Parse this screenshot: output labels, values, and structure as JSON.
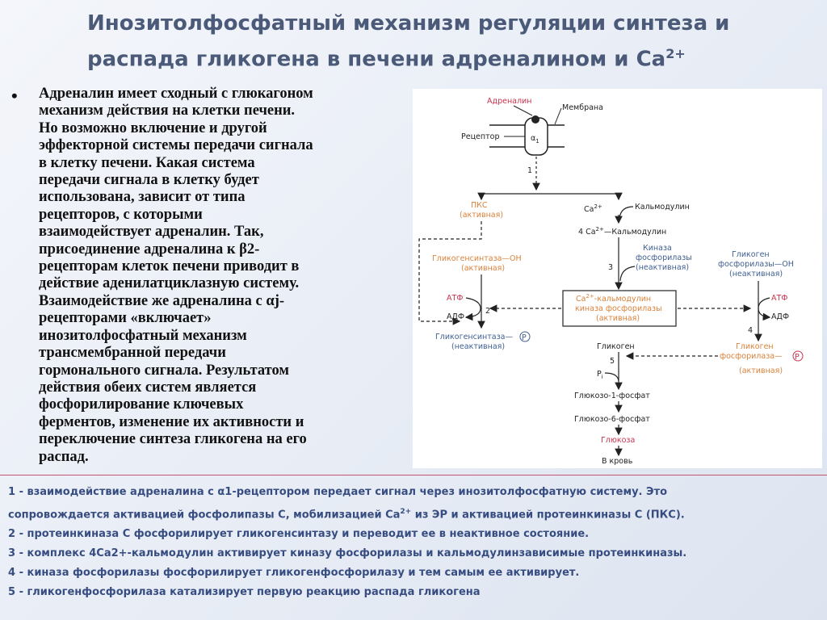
{
  "title": {
    "line1": "Инозитолфосфатный механизм регуляции синтеза и",
    "line2": "распада гликогена в печени адреналином и Са",
    "line2_sup": "2+"
  },
  "bullet": {
    "marker": "•",
    "lines": [
      "Адреналин имеет сходный с глюкагоном",
      "механизм действия на клетки печени.",
      "Но возможно включение и другой",
      "эффекторной системы передачи сигнала",
      "в клетку печени. Какая система",
      "передачи сигнала в клетку будет",
      "использована, зависит от типа",
      "рецепторов, с которыми",
      "взаимодействует адреналин. Так,",
      "присоединение адреналина к β2-",
      "рецепторам клеток печени приводит в",
      "действие аденилатциклазную систему.",
      "Взаимодействие же адреналина с αj-",
      "рецепторами «включает»",
      "инозитолфосфатный механизм",
      "трансмембранной передачи",
      "гормонального сигнала. Результатом",
      "действия обеих систем является",
      "фосфорилирование ключевых",
      "ферментов, изменение их активности и",
      "переключение синтеза гликогена на его",
      "распад."
    ]
  },
  "diagram": {
    "adrenalin": "Адреналин",
    "membrane": "Мембрана",
    "receptor": "Рецептор",
    "alpha1": "α",
    "alpha1_sub": "1",
    "step1": "1",
    "pks": "ПКС",
    "pks_state": "(активная)",
    "ca": "Ca",
    "ca_sup": "2+",
    "calmodulin": "Кальмодулин",
    "ca4": "4 Ca",
    "ca4_sup": "2+",
    "ca4_rest": "—Кальмодулин",
    "kinase_title1": "Киназа",
    "kinase_title2": "фосфорилазы",
    "kinase_state": "(неактивная)",
    "step3": "3",
    "gs_active": "Гликогенсинтаза—ОН",
    "gs_active_state": "(активная)",
    "gp_inactive1": "Гликоген",
    "gp_inactive2": "фосфорилазы—ОН",
    "gp_inactive_state": "(неактивная)",
    "atp": "АТФ",
    "adp": "АДФ",
    "step2": "2",
    "step4": "4",
    "box_line1": "Ca",
    "box_line1_sup": "2+",
    "box_line1_rest": "-кальмодулин",
    "box_line2": "киназа фосфорилазы",
    "box_line3": "(активная)",
    "gs_p": "Гликогенсинтаза—",
    "gs_p_state": "(неактивная)",
    "p_symbol": "P",
    "glycogen": "Гликоген",
    "step5": "5",
    "pi": "P",
    "pi_sub": "i",
    "gp_p1": "Гликоген",
    "gp_p2": "фосфорилаза—",
    "gp_p_state": "(активная)",
    "g1p": "Глюкозо-1-фосфат",
    "g6p": "Глюкозо-6-фосфат",
    "glucose": "Глюкоза",
    "to_blood": "В кровь"
  },
  "notes": {
    "n1a": "1 - взаимодействие адреналина с α1-рецептором передает сигнал через инозитолфосфатную систему. Это",
    "n1b_pre": "сопровождается активацией фосфолипазы С, мобилизацией Са",
    "n1b_sup": "2+",
    "n1b_post": " из ЭР и активацией протеинкиназы С (ПКС).",
    "n2": "2 - протеинкиназа С фосфорилирует гликогенсинтазу и переводит ее в неактивное состояние.",
    "n3": "3 - комплекс 4Са2+-кальмодулин активирует киназу фосфорилазы и кальмодулинзависимые протеинкиназы.",
    "n4": "4 - киназа фосфорилазы фосфорилирует гликогенфосфорилазу и тем самым ее активирует.",
    "n5": "5 - гликогенфосфорилаза катализирует первую реакцию распада гликогена"
  },
  "colors": {
    "title": "#4a5a78",
    "notes": "#374d82",
    "divider": "#c2566e",
    "orange": "#d9823a",
    "blue": "#3f5f90",
    "pink": "#c7344f"
  }
}
